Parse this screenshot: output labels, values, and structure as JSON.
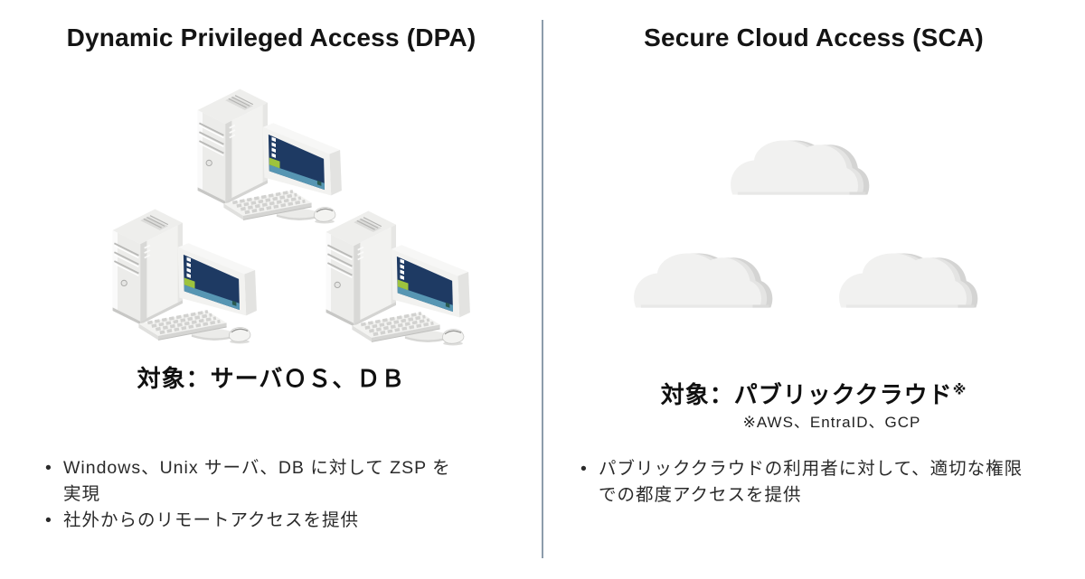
{
  "page": {
    "background": "#ffffff",
    "divider_color": "#8c9cab"
  },
  "left_panel": {
    "title": "Dynamic Privileged Access (DPA)",
    "target_label": "対象：サーバＯＳ、ＤＢ",
    "bullet_marker": "•",
    "bullets": [
      "Windows、Unix サーバ、DB に対して ZSP を\n実現",
      "社外からのリモートアクセスを提供"
    ],
    "illustration": {
      "name": "desktop-computers",
      "count": 3,
      "screen_color": "#1e3a63",
      "taskbar_color": "#5796b3",
      "accent_green": "#9dc33d",
      "body_gray": "#f2f2f0"
    }
  },
  "right_panel": {
    "title": "Secure Cloud Access (SCA)",
    "target_label": "対象：パブリッククラウド",
    "target_note_mark": "※",
    "target_note": "※AWS、EntraID、GCP",
    "bullet_marker": "•",
    "bullets": [
      "パブリッククラウドの利用者に対して、適切な権限\nでの都度アクセスを提供"
    ],
    "illustration": {
      "name": "clouds",
      "count": 3,
      "cloud_color": "#f1f1f0",
      "cloud_shadow_mid": "#e4e4e3",
      "cloud_shadow_dark": "#d4d4d3"
    }
  }
}
